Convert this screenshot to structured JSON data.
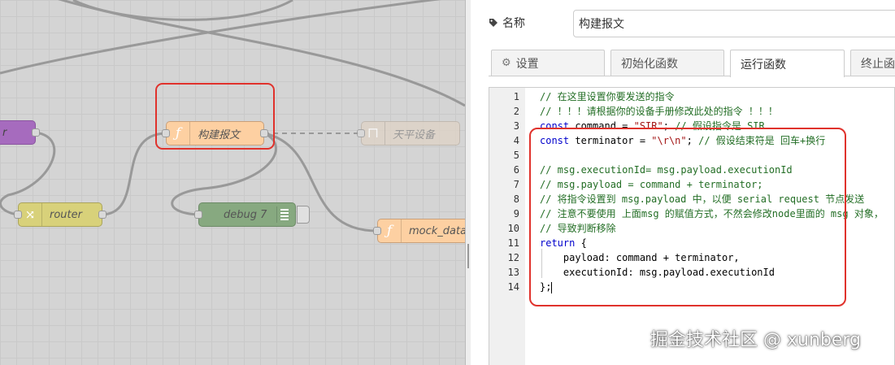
{
  "colors": {
    "function_node": "#fdd0a2",
    "link_node": "#e6e0f8",
    "switch_node": "#e2d96e",
    "debug_node": "#87a980",
    "purple_node": "#c0deed",
    "highlight": "#e0322c",
    "comment": "#236e25",
    "keyword": "#0000cc",
    "string": "#a31515"
  },
  "canvas": {
    "nodes": [
      {
        "id": "partial-left",
        "label": "r",
        "icon": "",
        "icon_name": "node-icon"
      },
      {
        "id": "build-message",
        "label": "构建报文",
        "icon": "ƒ",
        "icon_name": "function-icon"
      },
      {
        "id": "balance-device",
        "label": "天平设备",
        "icon": "⊓",
        "icon_name": "serial-icon"
      },
      {
        "id": "router",
        "label": "router",
        "icon": "⤨",
        "icon_name": "switch-icon"
      },
      {
        "id": "debug7",
        "label": "debug 7",
        "icon": "",
        "icon_name": "debug-icon"
      },
      {
        "id": "mock-data",
        "label": "mock_data",
        "icon": "ƒ",
        "icon_name": "function-icon"
      }
    ]
  },
  "editor": {
    "name_label": "名称",
    "name_icon": "tag-icon",
    "name_value": "构建报文",
    "tabs": [
      {
        "label": "设置",
        "icon": "gear-icon",
        "active": false
      },
      {
        "label": "初始化函数",
        "active": false
      },
      {
        "label": "运行函数",
        "active": true
      },
      {
        "label": "终止函",
        "active": false
      }
    ],
    "line_numbers": [
      "1",
      "2",
      "3",
      "4",
      "5",
      "6",
      "7",
      "8",
      "9",
      "10",
      "11",
      "12",
      "13",
      "14"
    ],
    "code": {
      "l1": "// 在这里设置你要发送的指令",
      "l2": "// ！！！请根据你的设备手册修改此处的指令 ！！！",
      "l3_kw": "const",
      "l3_a": " command = ",
      "l3_str": "\"SIR\"",
      "l3_b": "; ",
      "l3_cm": "// 假设指令是 SIR",
      "l4_kw": "const",
      "l4_a": " terminator = ",
      "l4_str": "\"\\r\\n\"",
      "l4_b": "; ",
      "l4_cm": "// 假设结束符是 回车+换行",
      "l6": "// msg.executionId= msg.payload.executionId",
      "l7": "// msg.payload = command + terminator;",
      "l8": "// 将指令设置到 msg.payload 中，以便 serial request 节点发送",
      "l9": "// 注意不要使用 上面msg 的赋值方式，不然会修改node里面的 msg 对象，",
      "l10": "// 导致判断移除",
      "l11_kw": "return",
      "l11_a": " {",
      "l12": "    payload: command + terminator,",
      "l13": "    executionId: msg.payload.executionId",
      "l14": "};"
    }
  },
  "watermark": "掘金技术社区 @ xunberg"
}
